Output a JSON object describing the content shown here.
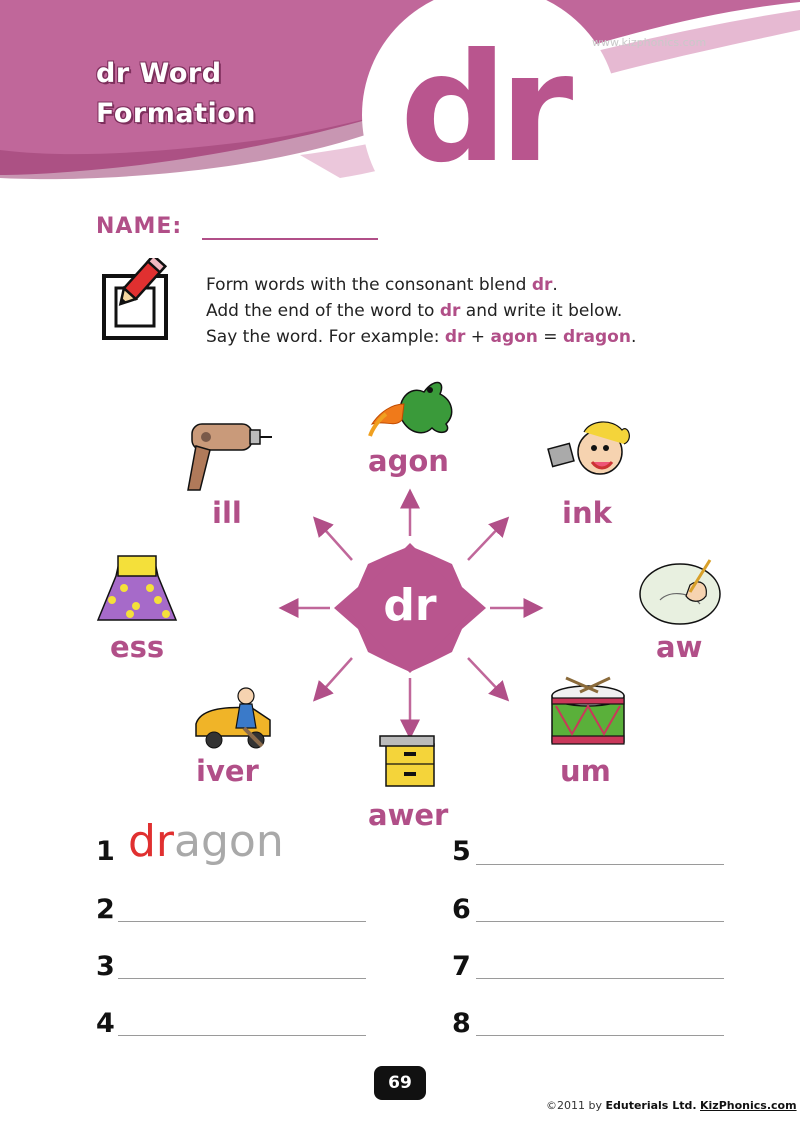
{
  "header": {
    "site_url": "www.kizphonics.com",
    "title_line1": "dr Word",
    "title_line2": "Formation",
    "big_letters": "dr"
  },
  "name_label": "NAME:",
  "instructions": {
    "line1_pre": "Form words with the consonant blend ",
    "line1_hl": "dr",
    "line1_post": ".",
    "line2_pre": "Add the end of the word to ",
    "line2_hl": "dr",
    "line2_post": " and write it below.",
    "line3_pre": "Say the word. For example: ",
    "line3_hl1": "dr",
    "line3_plus": " + ",
    "line3_hl2": "agon",
    "line3_eq": " = ",
    "line3_hl3": "dragon",
    "line3_post": "."
  },
  "wheel": {
    "center": "dr",
    "endings": {
      "top": "agon",
      "top_left": "ill",
      "top_right": "ink",
      "left": "ess",
      "right": "aw",
      "bottom_left": "iver",
      "bottom": "awer",
      "bottom_right": "um"
    }
  },
  "answers": {
    "numbers": [
      "1",
      "2",
      "3",
      "4",
      "5",
      "6",
      "7",
      "8"
    ],
    "example_prefix": "dr",
    "example_suffix": "agon"
  },
  "page_number": "69",
  "footer": {
    "prefix": "©2011 by ",
    "company": "Eduterials Ltd.",
    "site": "KizPhonics.com"
  },
  "colors": {
    "brand_magenta": "#b14f88",
    "header_pink": "#c0679a",
    "light_pink": "#e6b9d2",
    "example_red": "#e03030"
  },
  "icons": [
    "pencil-checkbox-icon",
    "dragon-icon",
    "drill-icon",
    "drink-icon",
    "dress-icon",
    "draw-icon",
    "driver-icon",
    "drawer-icon",
    "drum-icon"
  ]
}
